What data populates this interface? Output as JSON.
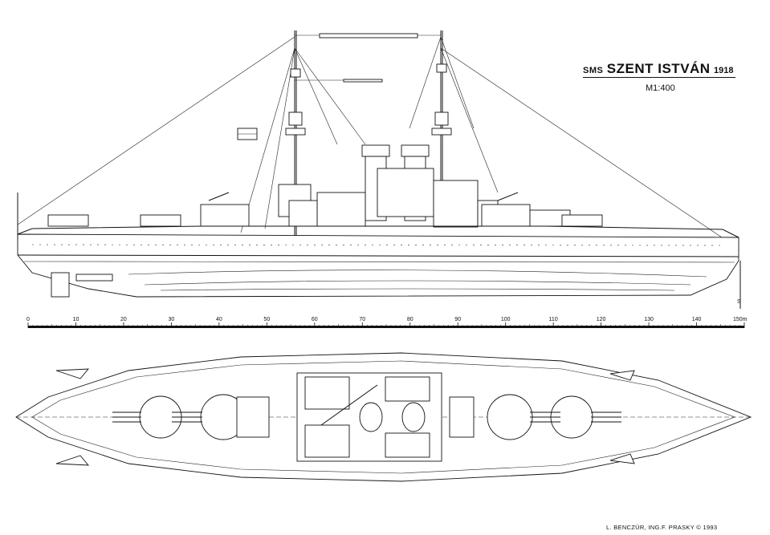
{
  "title": {
    "prefix": "SMS",
    "name": "SZENT ISTVÁN",
    "year": "1918",
    "scale": "M1:400"
  },
  "scale_bar": {
    "labels": [
      "0",
      "10",
      "20",
      "30",
      "40",
      "50",
      "60",
      "70",
      "80",
      "90",
      "100",
      "110",
      "120",
      "130",
      "140",
      "150"
    ],
    "unit": "m"
  },
  "credits": "L. BENCZÚR, ING.F. PRASKY © 1993",
  "side_marker": "S"
}
